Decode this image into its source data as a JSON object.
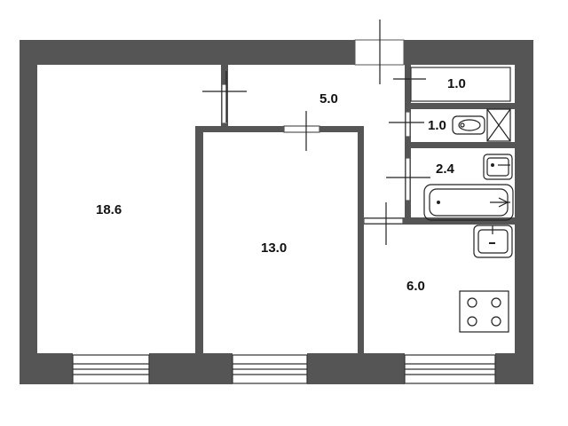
{
  "rooms": {
    "living": "18.6",
    "bedroom": "13.0",
    "hall": "5.0",
    "closet": "1.0",
    "toilet": "1.0",
    "bathroom": "2.4",
    "kitchen": "6.0"
  },
  "colors": {
    "wall": "#555555",
    "fixture_stroke": "#222222",
    "background": "#ffffff"
  }
}
